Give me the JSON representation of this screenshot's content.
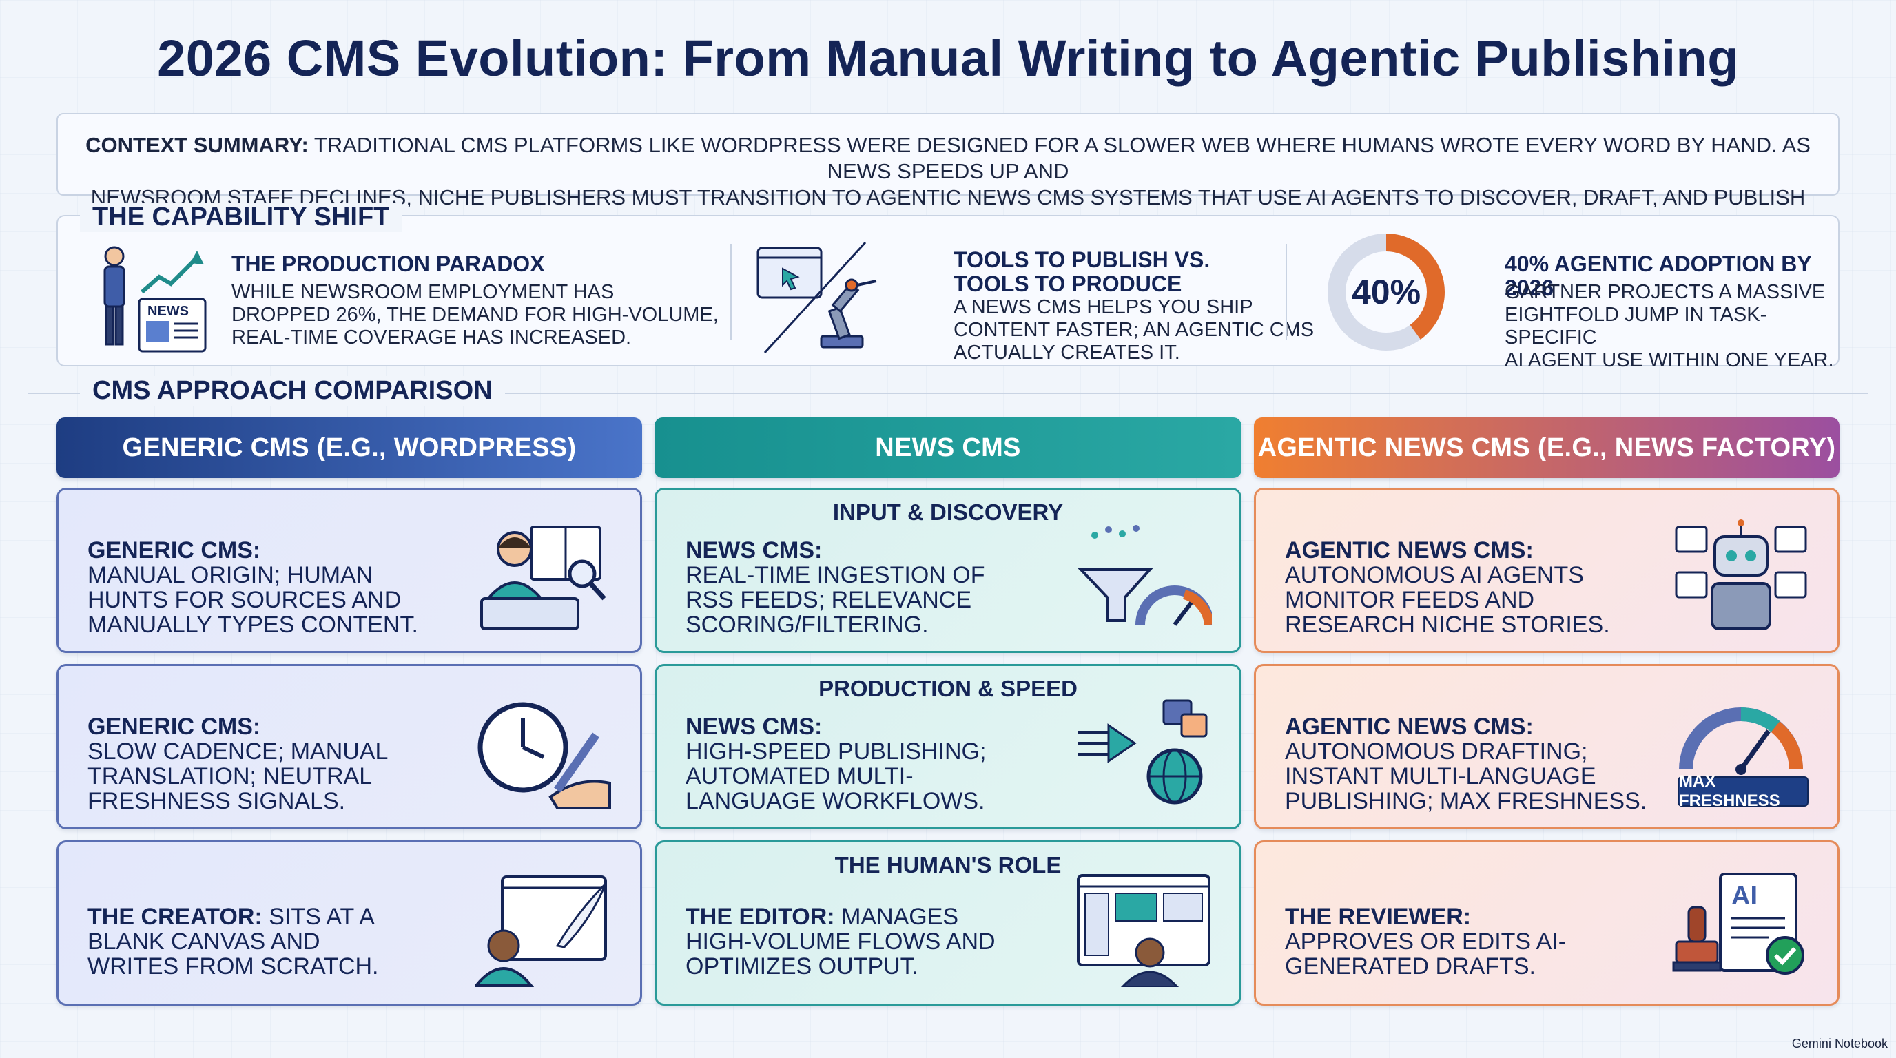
{
  "title": "2026 CMS Evolution: From Manual Writing to Agentic Publishing",
  "context": {
    "label": "Context Summary:",
    "line1": "Traditional CMS platforms like WordPress were designed for a slower web where humans wrote every word by hand. As news speeds up and",
    "line2": "newsroom staff declines, niche publishers must transition to Agentic News CMS systems that use AI agents to discover, draft, and publish content at scale."
  },
  "capability_shift": {
    "heading": "The Capability Shift",
    "items": [
      {
        "heading": "The Production Paradox",
        "text": [
          "While newsroom employment has",
          "dropped 26%, the demand for high-volume,",
          "real-time coverage has increased."
        ],
        "icon": "person-news-growth-icon",
        "news_label": "NEWS"
      },
      {
        "heading": [
          "Tools to Publish vs.",
          "Tools to Produce"
        ],
        "text": [
          "A News CMS helps you ship",
          "content faster; an Agentic CMS",
          "actually creates it."
        ],
        "icon": "browser-robot-arm-icon"
      },
      {
        "heading": "40% Agentic Adoption by 2026",
        "text": [
          "Gartner projects a massive",
          "eightfold jump in task-specific",
          "AI agent use within one year."
        ],
        "donut_label": "40%",
        "donut_value": 0.4
      }
    ]
  },
  "comparison": {
    "heading": "CMS Approach Comparison",
    "columns": [
      {
        "label": "Generic CMS (e.g., WordPress)",
        "colors": [
          "#1e3d82",
          "#4a74c9"
        ]
      },
      {
        "label": "News CMS",
        "colors": [
          "#17908f",
          "#2aa8a4"
        ]
      },
      {
        "label": "Agentic News CMS (e.g., News Factory)",
        "colors": [
          "#f07f30",
          "#9b4fa0"
        ]
      }
    ],
    "rows": [
      {
        "label": "Input & Discovery",
        "generic": {
          "lead": "Generic CMS:",
          "lines": [
            "Manual origin; human",
            "hunts for sources and",
            "manually types content."
          ]
        },
        "news": {
          "lead": "News CMS:",
          "lines": [
            "Real-time ingestion of",
            "RSS feeds; relevance",
            "scoring/filtering."
          ]
        },
        "agentic": {
          "lead": "Agentic News CMS:",
          "lines": [
            "Autonomous AI agents",
            "monitor feeds and",
            "research niche stories."
          ]
        }
      },
      {
        "label": "Production & Speed",
        "generic": {
          "lead": "Generic CMS:",
          "lines": [
            "Slow cadence; manual",
            "translation; neutral",
            "freshness signals."
          ]
        },
        "news": {
          "lead": "News CMS:",
          "lines": [
            "High-speed publishing;",
            "automated multi-",
            "language workflows."
          ]
        },
        "agentic": {
          "lead": "Agentic News CMS:",
          "lines": [
            "Autonomous drafting;",
            "instant multi-language",
            "publishing; max freshness."
          ],
          "badge": "MAX FRESHNESS"
        }
      },
      {
        "label": "The Human's Role",
        "generic": {
          "lead": "The Creator:",
          "inline": "sits at a",
          "lines": [
            "blank canvas and",
            "writes from scratch."
          ]
        },
        "news": {
          "lead": "The Editor:",
          "inline": "manages",
          "lines": [
            "high-volume flows and",
            "optimizes output."
          ]
        },
        "agentic": {
          "lead": "The Reviewer:",
          "lines": [
            "Approves or edits AI-",
            "generated drafts."
          ],
          "doc_label": "AI"
        }
      }
    ]
  },
  "footer": "Gemini Notebook",
  "colors": {
    "navy": "#142456",
    "generic_border": "#5a6fb3",
    "news_border": "#2a9a99",
    "agentic_border": "#e58b5a",
    "donut_fill": "#e06a2a",
    "donut_track": "#d6dcea"
  }
}
